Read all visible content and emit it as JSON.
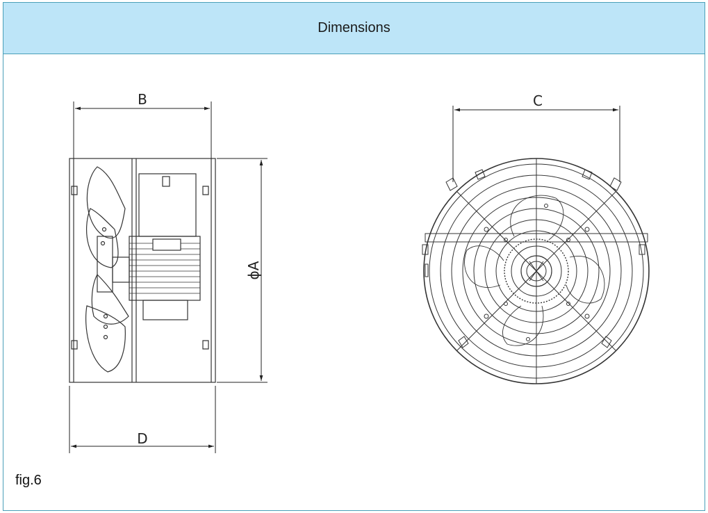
{
  "header": {
    "title": "Dimensions"
  },
  "dimensions": {
    "b": "B",
    "c": "C",
    "d": "D",
    "a": "ϕA"
  },
  "figure": {
    "label": "fig.6"
  },
  "colors": {
    "header_bg": "#bde5f8",
    "border": "#4a9fb8",
    "line": "#333333"
  }
}
